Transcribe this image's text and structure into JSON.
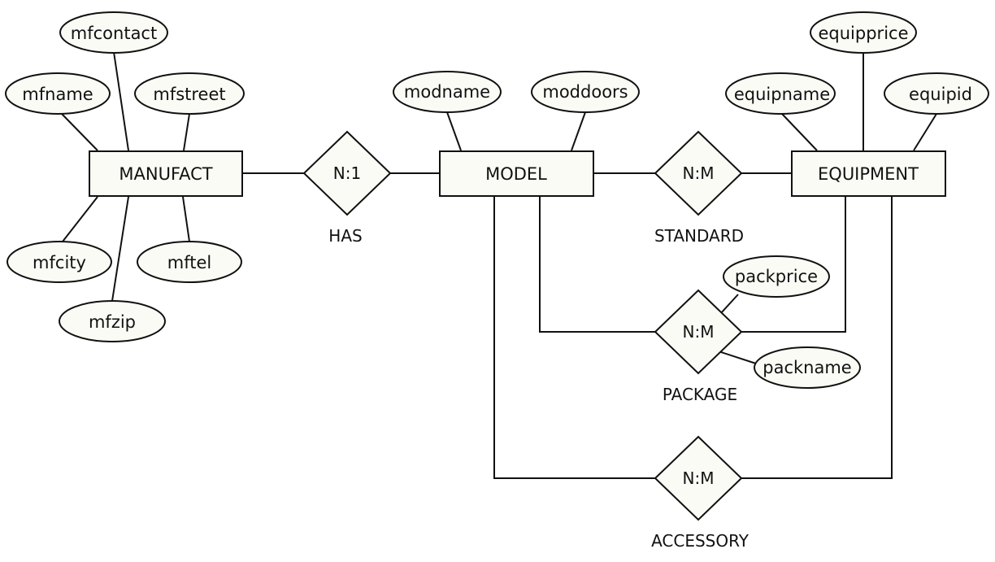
{
  "entities": {
    "manufact": "MANUFACT",
    "model": "MODEL",
    "equipment": "EQUIPMENT"
  },
  "attributes": {
    "mfcontact": "mfcontact",
    "mfname": "mfname",
    "mfstreet": "mfstreet",
    "mfcity": "mfcity",
    "mftel": "mftel",
    "mfzip": "mfzip",
    "modname": "modname",
    "moddoors": "moddoors",
    "equipname": "equipname",
    "equipprice": "equipprice",
    "equipid": "equipid",
    "packprice": "packprice",
    "packname": "packname"
  },
  "relationships": {
    "has": {
      "cardinality": "N:1",
      "label": "HAS"
    },
    "standard": {
      "cardinality": "N:M",
      "label": "STANDARD"
    },
    "package": {
      "cardinality": "N:M",
      "label": "PACKAGE"
    },
    "accessory": {
      "cardinality": "N:M",
      "label": "ACCESSORY"
    }
  }
}
